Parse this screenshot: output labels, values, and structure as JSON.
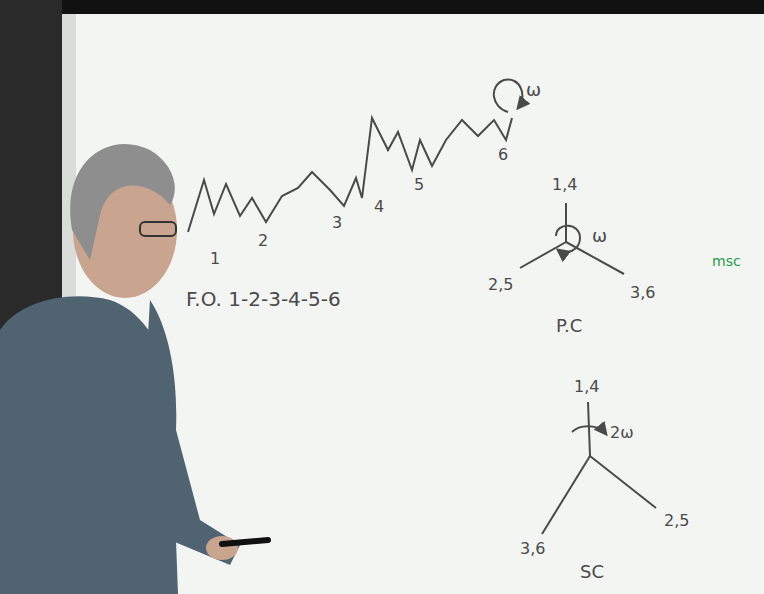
{
  "diagram": {
    "labels": [
      "ω",
      "1",
      "2",
      "3",
      "4",
      "5",
      "6",
      "F.O. 1-2-3-4-5-6",
      "1,4",
      "ω",
      "2,5",
      "3,6",
      "P.C",
      "1,4",
      "2ω",
      "2,5",
      "3,6",
      "SC",
      "msc"
    ]
  }
}
